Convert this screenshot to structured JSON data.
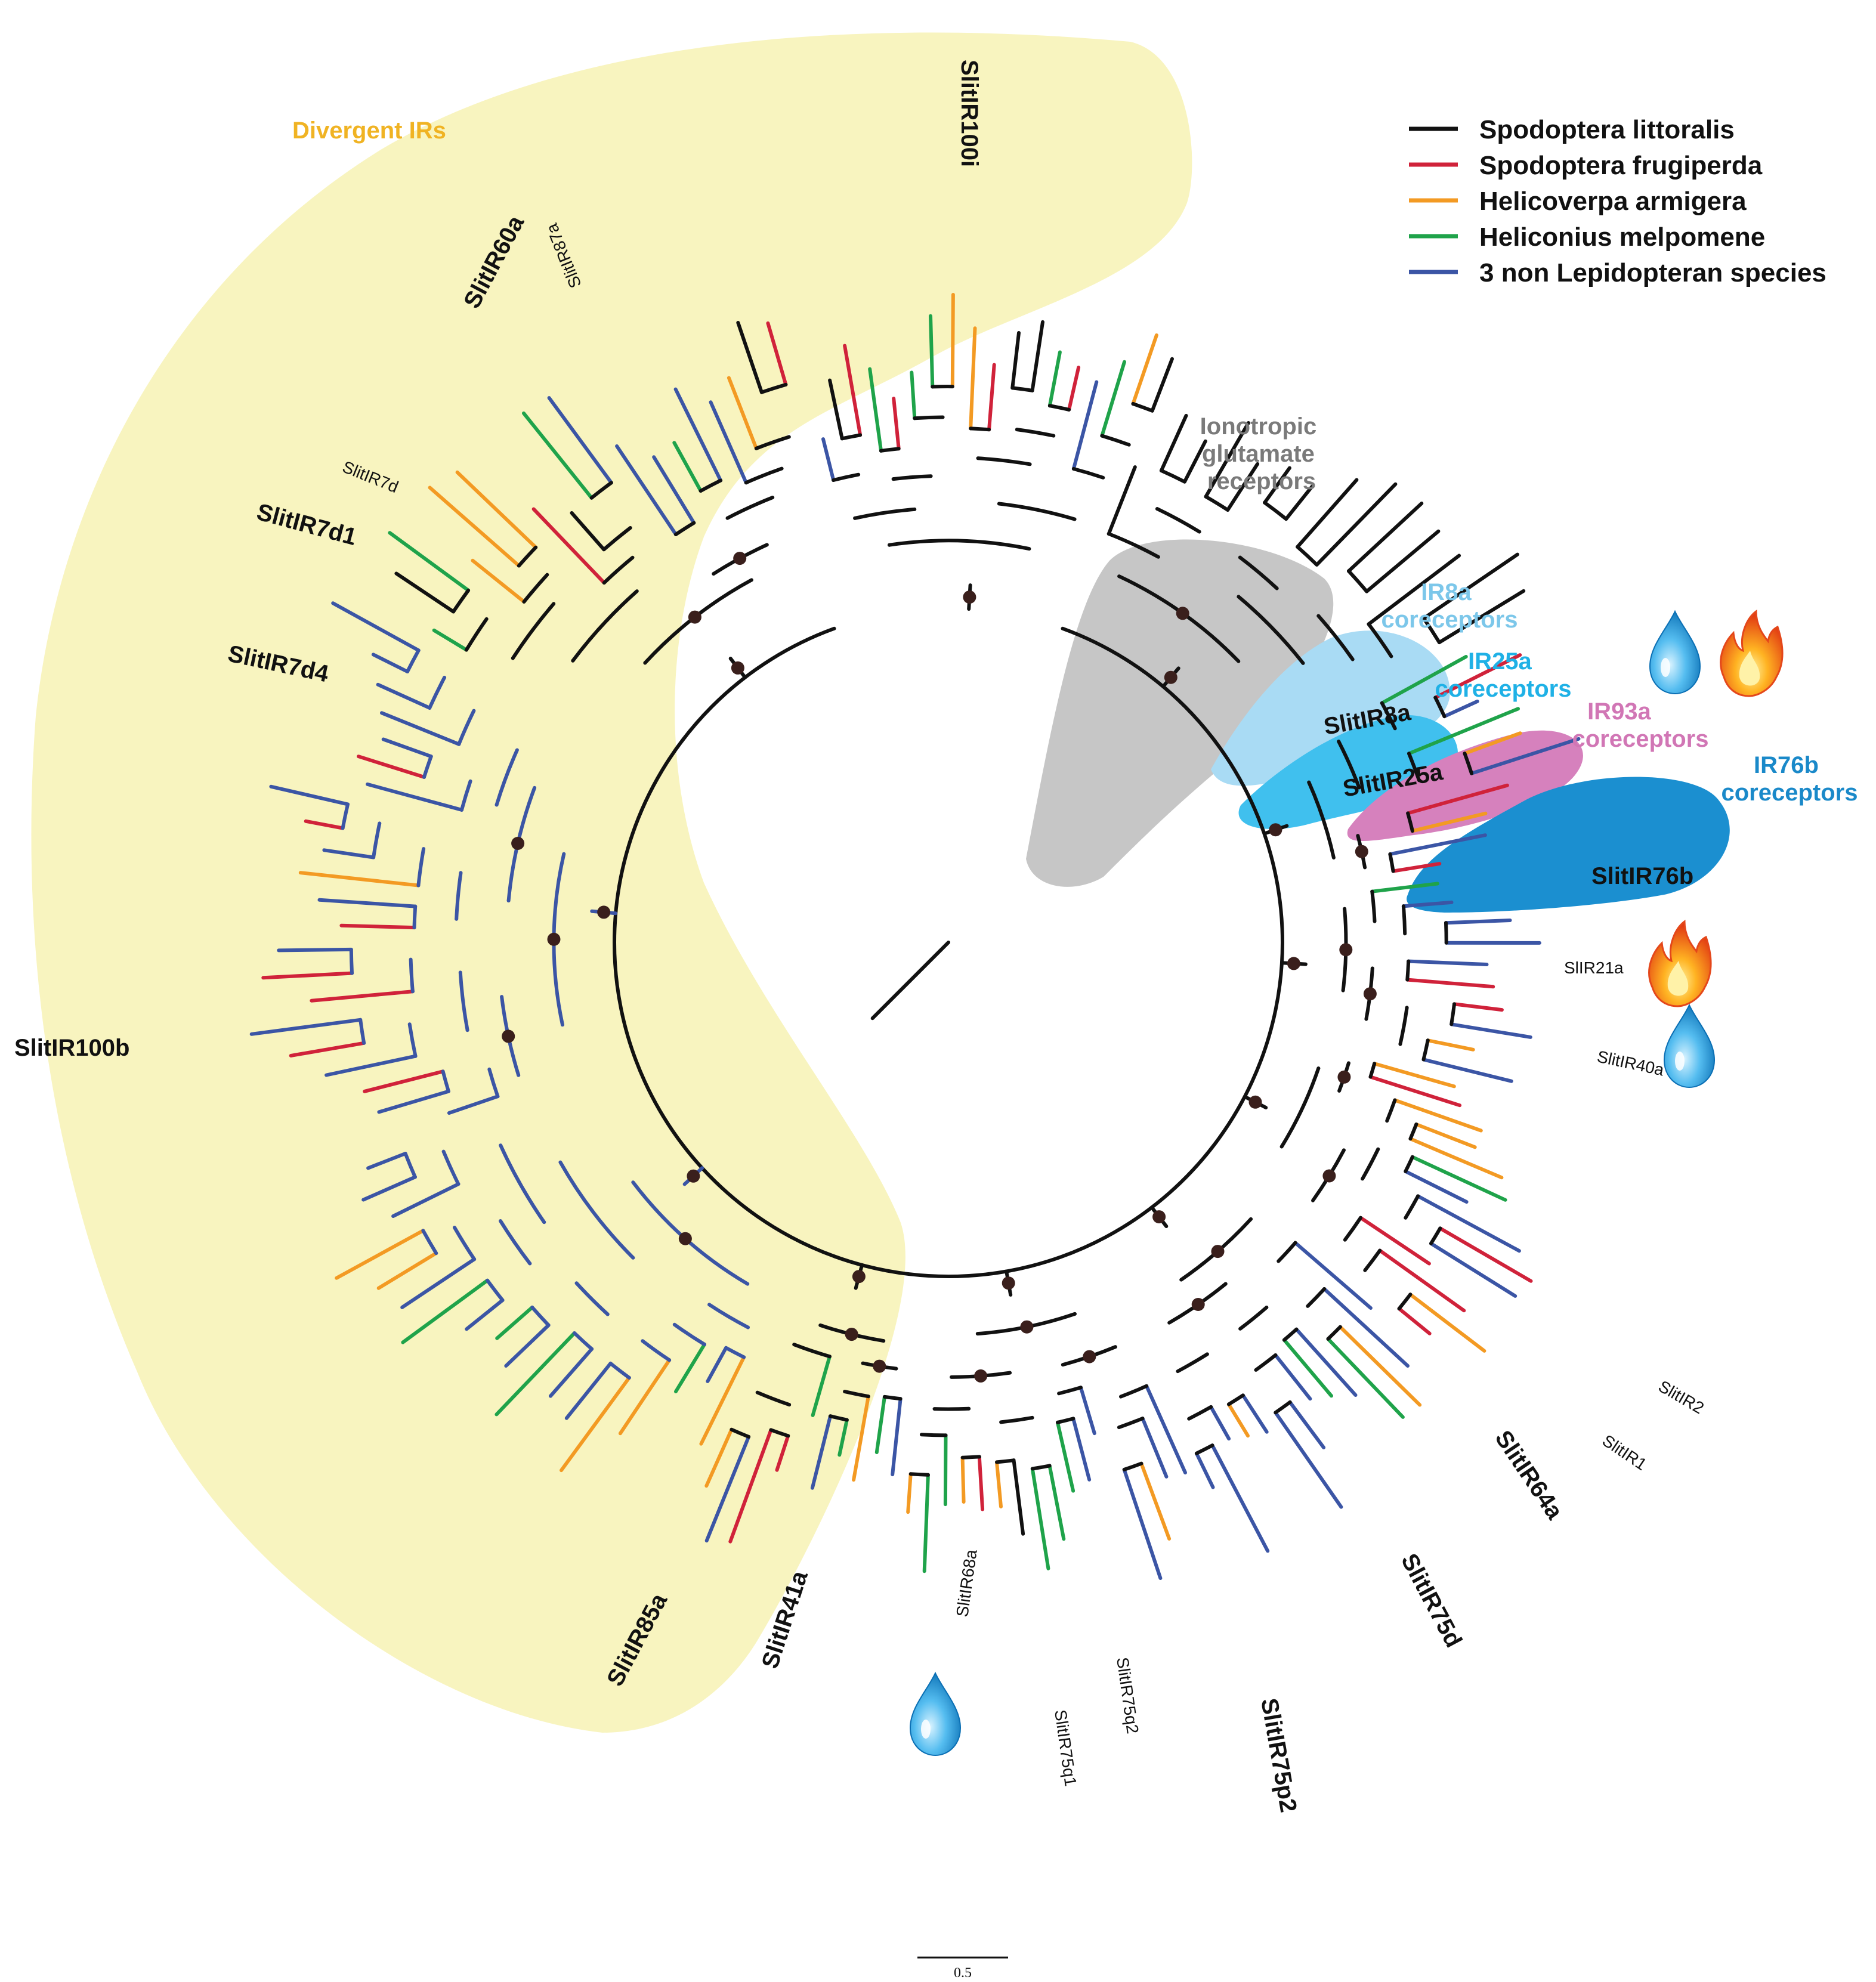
{
  "colors": {
    "spodoptera_littoralis": "#111111",
    "spodoptera_frugiperda": "#d0223a",
    "helicoverpa_armigera": "#f39a23",
    "heliconius_melpomene": "#1fa34a",
    "non_lepidopteran": "#3b55a5",
    "divergent_bg": "#f8f4bf",
    "divergent_label": "#f0b323",
    "iglur_bg": "#c6c6c6",
    "iglur_label": "#7a7a7a",
    "ir8a_bg": "#a9dbf4",
    "ir8a_label": "#7cc7ea",
    "ir25a_bg": "#40c0ee",
    "ir25a_label": "#1fb1e6",
    "ir93a_bg": "#d681bd",
    "ir93a_label": "#d176b5",
    "ir76b_bg": "#1b8fd0",
    "ir76b_label": "#1a89c9"
  },
  "legend": [
    {
      "label": "Spodoptera littoralis",
      "color": "#111111"
    },
    {
      "label": "Spodoptera frugiperda",
      "color": "#d0223a"
    },
    {
      "label": "Helicoverpa armigera",
      "color": "#f39a23"
    },
    {
      "label": "Heliconius melpomene",
      "color": "#1fa34a"
    },
    {
      "label": "3 non Lepidopteran species",
      "color": "#3b55a5"
    }
  ],
  "clades": {
    "divergent": "Divergent IRs",
    "iglur": [
      "Ionotropic",
      "glutamate",
      "receptors"
    ],
    "ir8a": [
      "IR8a",
      "coreceptors"
    ],
    "ir25a": [
      "IR25a",
      "coreceptors"
    ],
    "ir93a": [
      "IR93a",
      "coreceptors"
    ],
    "ir76b": [
      "IR76b",
      "coreceptors"
    ]
  },
  "tips_bold": {
    "ir100i": "SlitIR100i",
    "ir60a": "SlitIR60a",
    "ir7d1": "SlitIR7d1",
    "ir7d4": "SlitIR7d4",
    "ir100b": "SlitIR100b",
    "ir85a": "SlitIR85a",
    "ir41a": "SlitIR41a",
    "ir75p2": "SlitIR75p2",
    "ir75d": "SlitIR75d",
    "ir64a": "SlitIR64a",
    "ir8a": "SlitIR8a",
    "ir25a": "SlitIR25a",
    "ir76b": "SlitIR76b"
  },
  "tips_small": {
    "ir87a": "SlitIR87a",
    "ir7d": "SlitIR7d",
    "ir68a": "SlitIR68a",
    "ir75q1": "SlitIR75q1",
    "ir75q2": "SlitIR75q2",
    "ir2": "SlitIR2",
    "ir1": "SlitIR1",
    "ir21a": "SlIR21a",
    "ir40a": "SlitIR40a"
  },
  "icons": [
    "water-drop-icon",
    "flame-icon"
  ],
  "scale_bar": {
    "value": "0.5"
  }
}
